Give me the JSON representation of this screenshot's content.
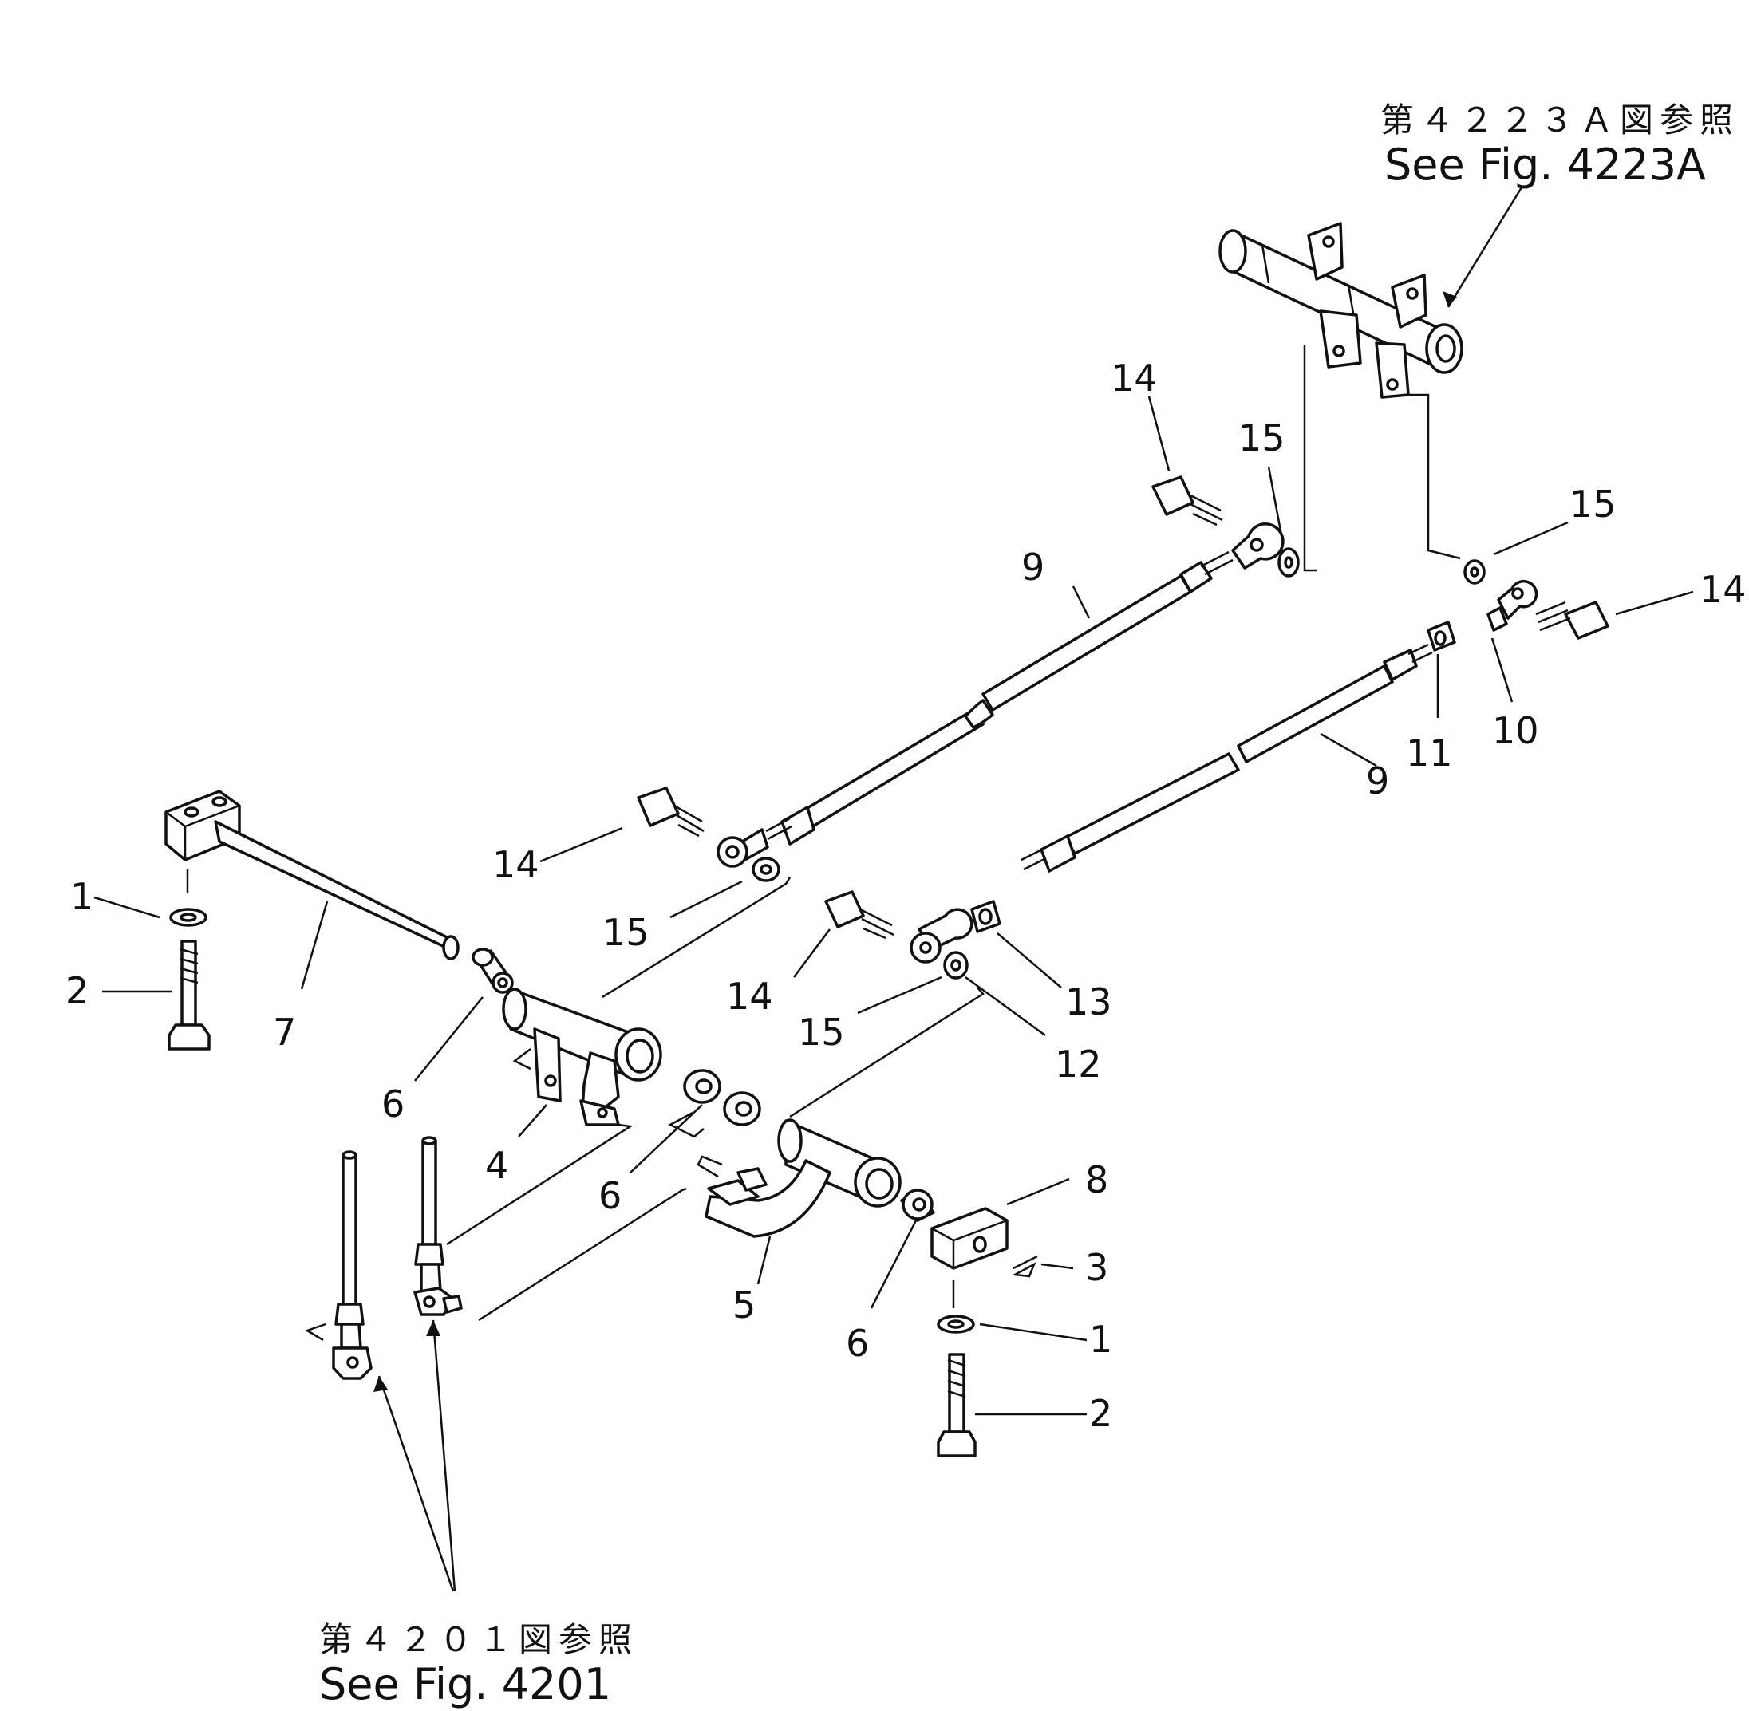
{
  "references": {
    "top": {
      "jp": "第４２２３Ａ図参照",
      "en": "See Fig. 4223A"
    },
    "bottom": {
      "jp": "第４２０１図参照",
      "en": "See Fig. 4201"
    }
  },
  "callouts": [
    {
      "id": "c-14-a",
      "text": "14"
    },
    {
      "id": "c-15-a",
      "text": "15"
    },
    {
      "id": "c-15-b",
      "text": "15"
    },
    {
      "id": "c-14-b",
      "text": "14"
    },
    {
      "id": "c-9-a",
      "text": "9"
    },
    {
      "id": "c-11",
      "text": "11"
    },
    {
      "id": "c-10",
      "text": "10"
    },
    {
      "id": "c-9-b",
      "text": "9"
    },
    {
      "id": "c-14-c",
      "text": "14"
    },
    {
      "id": "c-1-a",
      "text": "1"
    },
    {
      "id": "c-15-c",
      "text": "15"
    },
    {
      "id": "c-2-a",
      "text": "2"
    },
    {
      "id": "c-7",
      "text": "7"
    },
    {
      "id": "c-14-d",
      "text": "14"
    },
    {
      "id": "c-13",
      "text": "13"
    },
    {
      "id": "c-15-d",
      "text": "15"
    },
    {
      "id": "c-12",
      "text": "12"
    },
    {
      "id": "c-6-a",
      "text": "6"
    },
    {
      "id": "c-4",
      "text": "4"
    },
    {
      "id": "c-8",
      "text": "8"
    },
    {
      "id": "c-6-b",
      "text": "6"
    },
    {
      "id": "c-3",
      "text": "3"
    },
    {
      "id": "c-5",
      "text": "5"
    },
    {
      "id": "c-6-c",
      "text": "6"
    },
    {
      "id": "c-1-b",
      "text": "1"
    },
    {
      "id": "c-2-b",
      "text": "2"
    }
  ]
}
